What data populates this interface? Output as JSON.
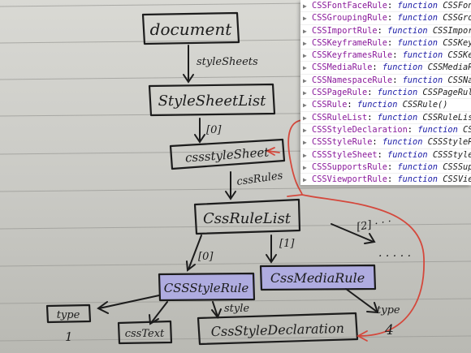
{
  "diagram": {
    "nodes": {
      "document": "document",
      "stylesheetlist": "StyleSheetList",
      "cssstylesheet": "cssstyleSheet",
      "cssrulelist": "CssRuleList",
      "cssstylerule": "CSSStyleRule",
      "cssmediarule": "CssMediaRule",
      "type_box": "type",
      "csstext": "cssText",
      "cssstyledeclaration": "CssStyleDeclaration"
    },
    "labels": {
      "stylesheets": "styleSheets",
      "index0_a": "[0]",
      "cssrules": "cssRules",
      "index0_b": "[0]",
      "index1": "[1]",
      "index2": "[2] · · ·",
      "ellipsis": "· · · · ·",
      "style": "style",
      "type_right": "type",
      "num1": "1",
      "num4": "4"
    },
    "colors": {
      "ink": "#1c1c1c",
      "highlight": "#aca8e6",
      "red_line": "#d4483c"
    }
  },
  "console": {
    "rows": [
      {
        "name": "CSSFontFaceRule",
        "sig": "CSSFontFaceRule()"
      },
      {
        "name": "CSSGroupingRule",
        "sig": "CSSGroupingRule()"
      },
      {
        "name": "CSSImportRule",
        "sig": "CSSImportRule()"
      },
      {
        "name": "CSSKeyframeRule",
        "sig": "CSSKeyframeRule()"
      },
      {
        "name": "CSSKeyframesRule",
        "sig": "CSSKeyframesRule()"
      },
      {
        "name": "CSSMediaRule",
        "sig": "CSSMediaRule()"
      },
      {
        "name": "CSSNamespaceRule",
        "sig": "CSSNamespaceRule()"
      },
      {
        "name": "CSSPageRule",
        "sig": "CSSPageRule()"
      },
      {
        "name": "CSSRule",
        "sig": "CSSRule()"
      },
      {
        "name": "CSSRuleList",
        "sig": "CSSRuleList()"
      },
      {
        "name": "CSSStyleDeclaration",
        "sig": "CSSStyleDeclaration()"
      },
      {
        "name": "CSSStyleRule",
        "sig": "CSSStyleRule()"
      },
      {
        "name": "CSSStyleSheet",
        "sig": "CSSStyleSheet()"
      },
      {
        "name": "CSSSupportsRule",
        "sig": "CSSSupportsRule()"
      },
      {
        "name": "CSSViewportRule",
        "sig": "CSSViewportRule()"
      }
    ],
    "function_keyword": "function",
    "separator": ": "
  }
}
